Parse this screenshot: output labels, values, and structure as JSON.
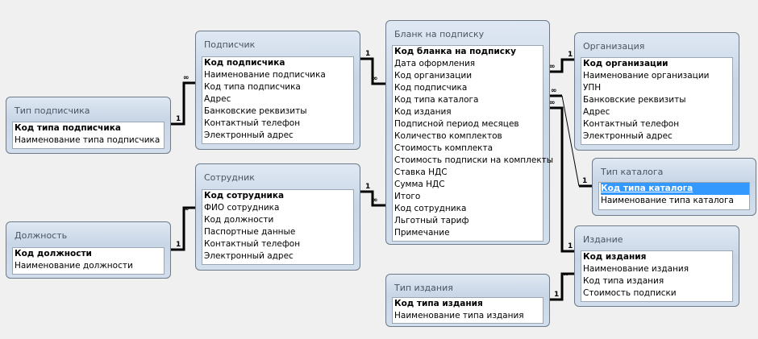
{
  "tables": {
    "tip_podpischika": {
      "title": "Тип подписчика",
      "fields": [
        "Код типа подписчика",
        "Наименование типа подписчика"
      ]
    },
    "podpischik": {
      "title": "Подписчик",
      "fields": [
        "Код подписчика",
        "Наименование подписчика",
        "Код типа подписчика",
        "Адрес",
        "Банковские реквизиты",
        "Контактный телефон",
        "Электронный адрес"
      ]
    },
    "sotrudnik": {
      "title": "Сотрудник",
      "fields": [
        "Код сотрудника",
        "ФИО сотрудника",
        "Код должности",
        "Паспортные данные",
        "Контактный телефон",
        "Электронный адрес"
      ]
    },
    "dolzhnost": {
      "title": "Должность",
      "fields": [
        "Код должности",
        "Наименование должности"
      ]
    },
    "blank": {
      "title": "Бланк на подписку",
      "fields": [
        "Код бланка на подписку",
        "Дата оформления",
        "Код организации",
        "Код подписчика",
        "Код типа каталога",
        "Код издания",
        "Подписной период месяцев",
        "Количество комплектов",
        "Стоимость комплекта",
        "Стоимость подписки на комплекты",
        "Ставка НДС",
        "Сумма НДС",
        "Итого",
        "Код сотрудника",
        "Льготный тариф",
        "Примечание"
      ]
    },
    "organizatsiya": {
      "title": "Организация",
      "fields": [
        "Код организации",
        "Наименование организации",
        "УПН",
        "Банковские реквизиты",
        "Адрес",
        "Контактный телефон",
        "Электронный адрес"
      ]
    },
    "tip_kataloga": {
      "title": "Тип каталога",
      "fields": [
        "Код типа каталога",
        "Наименование типа каталога"
      ]
    },
    "izdanie": {
      "title": "Издание",
      "fields": [
        "Код издания",
        "Наименование издания",
        "Код типа издания",
        "Стоимость подписки"
      ]
    },
    "tip_izdaniya": {
      "title": "Тип издания",
      "fields": [
        "Код типа издания",
        "Наименование типа издания"
      ]
    }
  },
  "relations": {
    "one": "1",
    "many": "∞"
  }
}
